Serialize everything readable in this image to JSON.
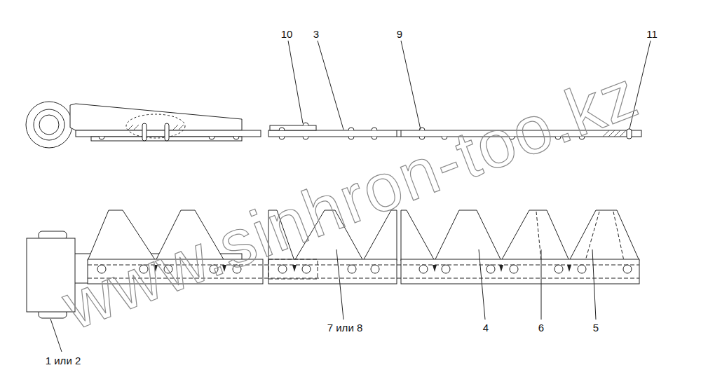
{
  "diagram": {
    "labels": [
      "10",
      "3",
      "9",
      "11",
      "7 или 8",
      "4",
      "6",
      "5",
      "1 или 2",
      "www.sinhron-too.kz"
    ]
  }
}
